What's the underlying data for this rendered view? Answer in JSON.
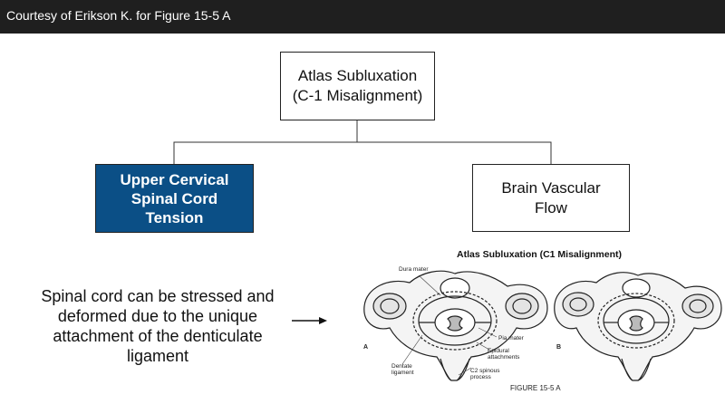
{
  "header": {
    "credit": "Courtesy of Erikson K. for Figure 15-5 A"
  },
  "diagram": {
    "root": "Atlas Subluxation (C-1 Misalignment)",
    "left_child": "Upper Cervical Spinal Cord Tension",
    "right_child": "Brain Vascular Flow"
  },
  "description": "Spinal cord can be stressed and deformed due to the unique attachment of the denticulate ligament",
  "figure": {
    "title": "Atlas Subluxation (C1 Misalignment)",
    "labels": {
      "dura_mater": "Dura mater",
      "pia_mater": "Pia mater",
      "epidural_attachments": "Epidural\nattachments",
      "dentate_ligament": "Dentate\nligament",
      "c2_spinous_process": "C2 spinous\nprocess"
    },
    "panel_a": "A",
    "panel_b": "B",
    "caption": "FIGURE 15-5 A"
  },
  "colors": {
    "header_bg": "#1f1f1f",
    "highlight_box": "#0b4f86"
  }
}
